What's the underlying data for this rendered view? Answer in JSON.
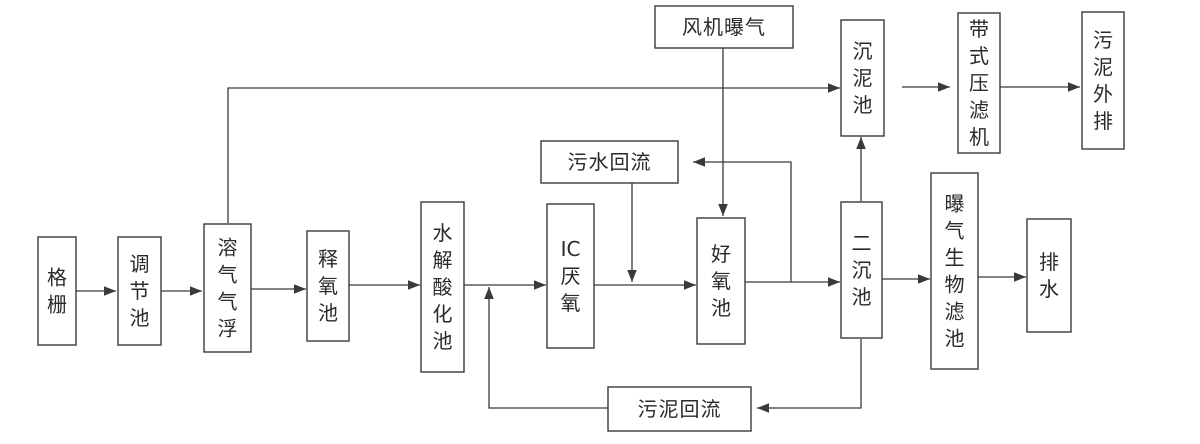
{
  "nodes": {
    "screen": "格栅",
    "equalization_tank": "调节池",
    "daf": "溶气气浮",
    "oxygen_release_tank": "释氧池",
    "hydrolysis_acidification_tank": "水解酸化池",
    "ic_anaerobic": "IC厌氧",
    "aerobic_tank": "好氧池",
    "secondary_clarifier": "二沉池",
    "baf": "曝气生物滤池",
    "discharge": "排水",
    "blower_aeration": "风机曝气",
    "sludge_tank": "沉泥池",
    "belt_filter_press": "带式压滤机",
    "sludge_disposal": "污泥外排",
    "wastewater_return": "污水回流",
    "sludge_return": "污泥回流"
  },
  "colors": {
    "line": "#3a3a3a",
    "text": "#2a2a2a",
    "background": "#ffffff"
  }
}
